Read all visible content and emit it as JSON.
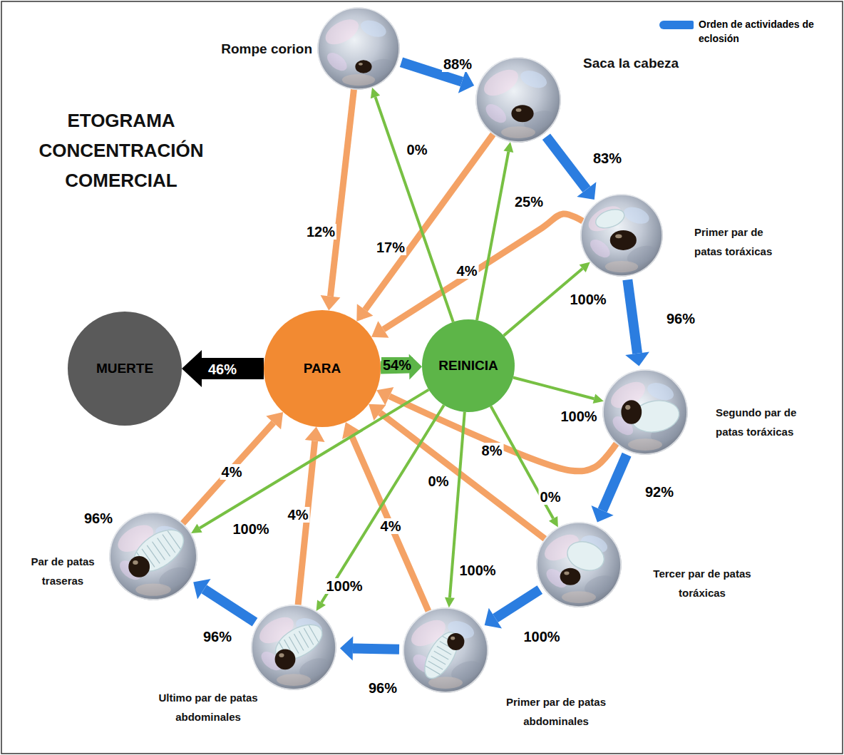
{
  "diagram": {
    "title": "ETOGRAMA CONCENTRACIÓN COMERCIAL",
    "nodes": [
      {
        "text": [
          "Rompe corion"
        ]
      },
      {
        "text": [
          "Saca la cabeza"
        ]
      },
      {
        "text": [
          "Primer par de patas toráxicas"
        ]
      },
      {
        "text": [
          "Segundo par de patas toráxicas"
        ]
      },
      {
        "text": [
          "Tercer par de patas toráxicas"
        ]
      },
      {
        "text": [
          "Primer par de patas abdominales"
        ]
      },
      {
        "text": [
          "Ultimo par de patas abdominales"
        ]
      },
      {
        "text": [
          "Par de patas traseras"
        ]
      },
      {
        "text": [
          "PARA"
        ]
      },
      {
        "text": [
          "REINICIA"
        ]
      },
      {
        "text": [
          "MUERTE"
        ]
      }
    ],
    "edges": [
      {
        "from": 0,
        "to": 1,
        "arrow": "to",
        "label": "88%"
      },
      {
        "from": 1,
        "to": 2,
        "arrow": "to",
        "label": "83%"
      },
      {
        "from": 2,
        "to": 3,
        "arrow": "to",
        "label": "96%"
      },
      {
        "from": 3,
        "to": 4,
        "arrow": "to",
        "label": "92%"
      },
      {
        "from": 4,
        "to": 5,
        "arrow": "to",
        "label": "100%"
      },
      {
        "from": 5,
        "to": 6,
        "arrow": "to",
        "label": "96%"
      },
      {
        "from": 6,
        "to": 7,
        "arrow": "to",
        "label": "96%"
      },
      {
        "from": 0,
        "to": 8,
        "arrow": "to",
        "label": "12%"
      },
      {
        "from": 1,
        "to": 8,
        "arrow": "to",
        "label": "17%"
      },
      {
        "from": 2,
        "to": 8,
        "arrow": "to",
        "label": "4%"
      },
      {
        "from": 3,
        "to": 8,
        "arrow": "to",
        "label": "8%"
      },
      {
        "from": 4,
        "to": 8,
        "arrow": "to",
        "label": "0%"
      },
      {
        "from": 5,
        "to": 8,
        "arrow": "to",
        "label": "4%"
      },
      {
        "from": 6,
        "to": 8,
        "arrow": "to",
        "label": "4%"
      },
      {
        "from": 7,
        "to": 8,
        "arrow": "to",
        "label": "4%"
      },
      {
        "from": 8,
        "to": 10,
        "arrow": "to",
        "label": "46%"
      },
      {
        "from": 8,
        "to": 9,
        "arrow": "to",
        "label": "54%"
      },
      {
        "from": 9,
        "to": 0,
        "arrow": "to",
        "label": "0%"
      },
      {
        "from": 9,
        "to": 1,
        "arrow": "to",
        "label": "25%"
      },
      {
        "from": 9,
        "to": 2,
        "arrow": "to",
        "label": "100%"
      },
      {
        "from": 9,
        "to": 3,
        "arrow": "to",
        "label": "100%"
      },
      {
        "from": 9,
        "to": 4,
        "arrow": "to",
        "label": "0%"
      },
      {
        "from": 9,
        "to": 5,
        "arrow": "to",
        "label": "100%"
      },
      {
        "from": 9,
        "to": 6,
        "arrow": "to",
        "label": "100%"
      },
      {
        "from": 9,
        "to": 7,
        "arrow": "to",
        "label": "100%"
      }
    ],
    "labels": [
      "96%"
    ],
    "legend": [
      {
        "text": "Orden de actividades de eclosión",
        "color": "#2b7de0"
      }
    ]
  }
}
